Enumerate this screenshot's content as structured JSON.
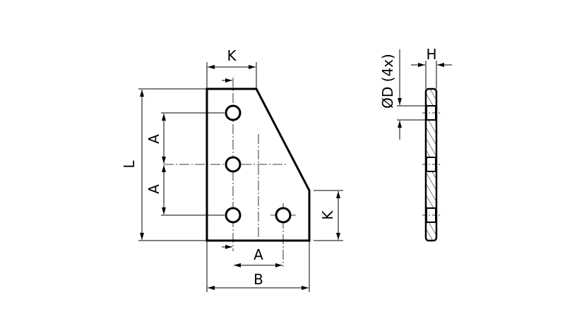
{
  "labels": {
    "k_top": "K",
    "k_right": "K",
    "length": "L",
    "a_upper": "A",
    "a_lower": "A",
    "a_bottom": "A",
    "width": "B",
    "height": "H",
    "diameter": "ØD (4x)"
  },
  "colors": {
    "line": "#000000",
    "background": "#ffffff"
  }
}
